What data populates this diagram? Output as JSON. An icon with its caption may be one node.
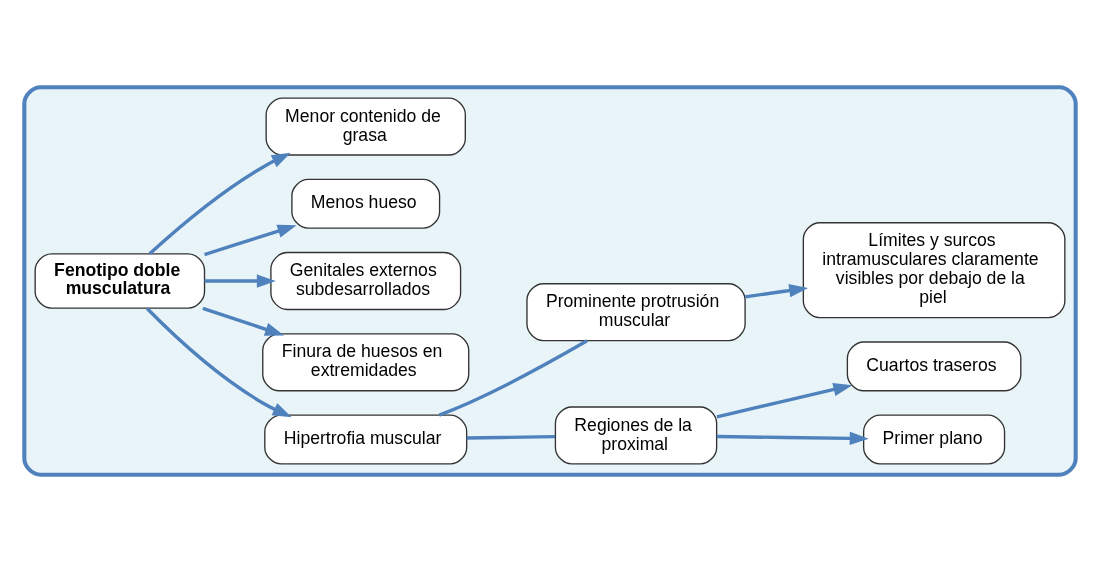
{
  "diagram": {
    "nodes": [
      {
        "text": [],
        "shape": "box"
      },
      {
        "text": [
          "Fenotipo doble musculatura"
        ],
        "in": 0
      },
      {
        "text": [
          "Hipertrofia muscular"
        ],
        "in": 0
      },
      {
        "text": [
          "Finura de huesos en extremidades"
        ],
        "in": 0
      },
      {
        "text": [
          "Genitales externos subdesarrollados"
        ],
        "in": 0
      },
      {
        "text": [
          "Menos hueso"
        ],
        "in": 0
      },
      {
        "text": [
          "Menor contenido de grasa"
        ],
        "in": 0
      },
      {
        "text": [
          "Regiones de la proximal"
        ],
        "in": 0
      },
      {
        "text": [
          "Prominente protrusión muscular"
        ],
        "in": 0
      },
      {
        "text": [
          "Primer plano"
        ],
        "in": 0
      },
      {
        "text": [
          "Cuartos traseros"
        ],
        "in": 0
      },
      {
        "text": [
          "Límites y surcos intramusculares claramente visibles por debajo de la piel"
        ],
        "in": 0
      }
    ],
    "edges": [
      {
        "from": 1,
        "to": 2,
        "arrow": "to"
      },
      {
        "from": 1,
        "to": 3,
        "arrow": "to"
      },
      {
        "from": 1,
        "to": 4,
        "arrow": "to"
      },
      {
        "from": 1,
        "to": 5,
        "arrow": "to"
      },
      {
        "from": 1,
        "to": 6,
        "arrow": "to"
      },
      {
        "from": 2,
        "to": 7,
        "arrow": "none"
      },
      {
        "from": 2,
        "to": 8,
        "arrow": "none"
      },
      {
        "from": 7,
        "to": 9,
        "arrow": "to"
      },
      {
        "from": 7,
        "to": 10,
        "arrow": "to"
      },
      {
        "from": 8,
        "to": 11,
        "arrow": "to"
      }
    ]
  }
}
